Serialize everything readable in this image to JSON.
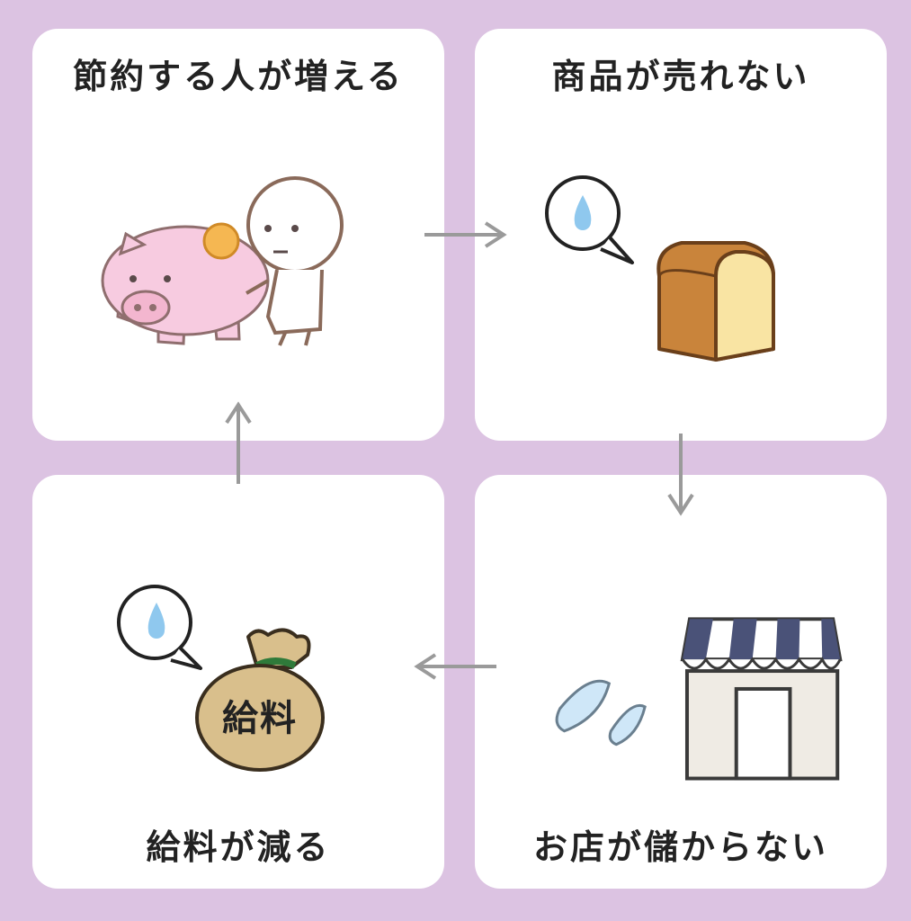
{
  "panels": {
    "top_left": {
      "caption": "節約する人が増える"
    },
    "top_right": {
      "caption": "商品が売れない"
    },
    "bottom_right": {
      "caption": "お店が儲からない"
    },
    "bottom_left": {
      "caption": "給料が減る",
      "bag_label": "給料"
    }
  },
  "colors": {
    "background": "#dcc3e2",
    "panel": "#ffffff",
    "arrow": "#9a9a9a",
    "pig": "#f7cbe0",
    "coin": "#f5b752",
    "drop": "#8fc8ee",
    "bread_crust": "#c9843b",
    "bread_inside": "#f9e4a3",
    "awning_dark": "#4a5278",
    "bag": "#d9bf8c",
    "bag_tie": "#2f7a3a"
  },
  "icons": [
    "piggy-bank-icon",
    "coin-icon",
    "person-icon",
    "worry-bubble-icon",
    "bread-icon",
    "shop-icon",
    "sweat-drops-icon",
    "money-bag-icon"
  ]
}
